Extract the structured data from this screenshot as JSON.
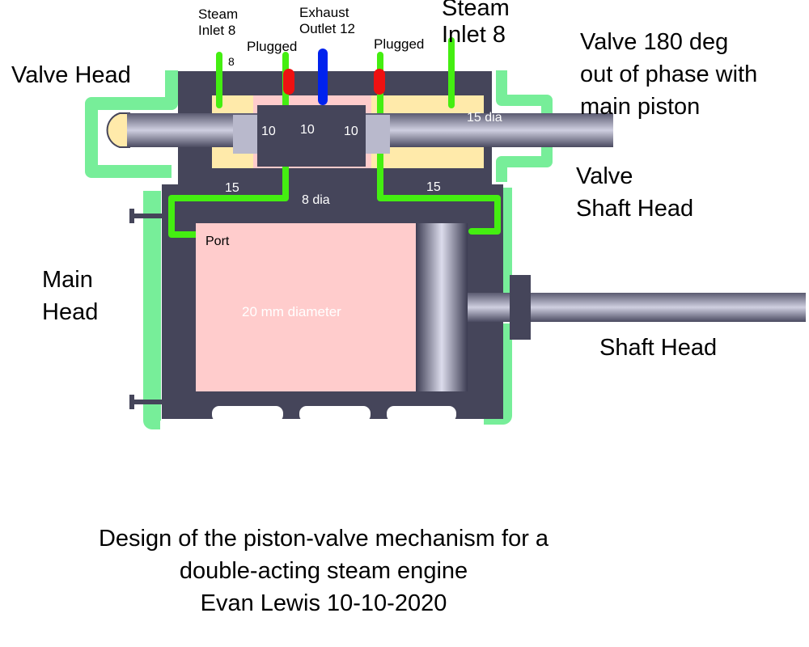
{
  "labels": {
    "steam_inlet_left": [
      "Steam",
      "Inlet 8"
    ],
    "steam_inlet_left_size": "8",
    "plugged_left": "Plugged",
    "exhaust_outlet": [
      "Exhaust",
      "Outlet 12"
    ],
    "plugged_right": "Plugged",
    "steam_inlet_right": [
      "Steam",
      "Inlet 8"
    ],
    "valve_note": [
      "Valve 180 deg",
      "out of phase with",
      "main piston"
    ],
    "valve_head": "Valve Head",
    "valve_shaft_head": [
      "Valve",
      "Shaft Head"
    ],
    "main_head": [
      "Main",
      "Head"
    ],
    "shaft_head": "Shaft Head",
    "port": "Port",
    "dim_15_dia": "15 dia",
    "dim_10_left": "10",
    "dim_10_mid": "10",
    "dim_10_right": "10",
    "dim_15_left": "15",
    "dim_15_right": "15",
    "dim_8_dia": "8 dia",
    "cylinder_diameter": "20 mm diameter"
  },
  "caption": [
    "Design of the piston-valve mechanism for a",
    "double-acting steam engine",
    "Evan Lewis 10-10-2020"
  ],
  "colors": {
    "body": "#45455a",
    "steam_path": "#44ee11",
    "gasket": "#77ee99",
    "plug": "#ee1111",
    "exhaust": "#0022ee",
    "chamber": "#ffcccc",
    "valve_bore": "#ffeaaa"
  }
}
